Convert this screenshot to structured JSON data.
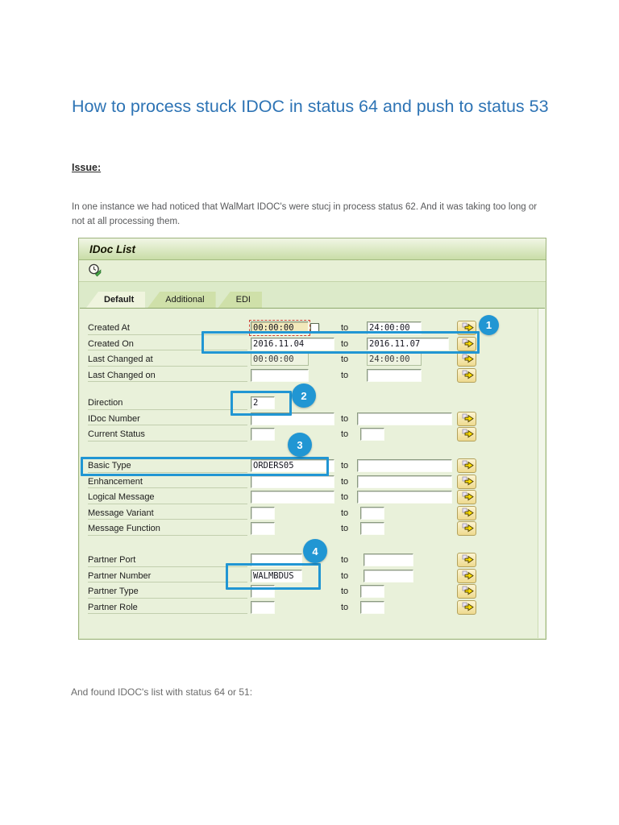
{
  "document": {
    "title": "How to process stuck IDOC in status 64 and push to status 53",
    "issue_heading": "Issue:",
    "issue_paragraph": "In one instance we had noticed that WalMart IDOC's were stucj in process status 62. And it was taking too long or not at all processing them.",
    "closing_line": "And found IDOC's list with status 64 or 51:"
  },
  "colors": {
    "title_blue": "#2e74b5",
    "annotation_blue": "#2196d3",
    "sap_form_green": "#e9f1da",
    "focused_field_tan": "#f2e9bb",
    "multi_select_button_yellow": "#f3e3a0"
  },
  "sap_window": {
    "title": "IDoc List",
    "toolbar": {
      "execute_icon": "execute-clock-icon"
    },
    "tabs": [
      {
        "label": "Default",
        "active": true
      },
      {
        "label": "Additional",
        "active": false
      },
      {
        "label": "EDI",
        "active": false
      }
    ],
    "range_separator": "to",
    "field_groups": [
      {
        "rows": [
          {
            "label": "Created At",
            "from": "00:00:00",
            "to": "24:00:00",
            "size": "time",
            "focused": true,
            "checkbox": true,
            "button": true
          },
          {
            "label": "Created On",
            "from": "2016.11.04",
            "to": "2016.11.07",
            "size": "date",
            "button": true
          },
          {
            "label": "Last Changed at",
            "from": "00:00:00",
            "to": "24:00:00",
            "size": "time",
            "flat": true,
            "button": true
          },
          {
            "label": "Last Changed on",
            "from": "",
            "to": "",
            "size": "time",
            "button": true
          }
        ]
      },
      {
        "rows": [
          {
            "label": "Direction",
            "from": "2",
            "size": "xs",
            "no_to": true,
            "button": false
          },
          {
            "label": "IDoc Number",
            "from": "",
            "to": "",
            "size": "xl",
            "button": true
          },
          {
            "label": "Current Status",
            "from": "",
            "to": "",
            "size": "xs",
            "button": true
          }
        ]
      },
      {
        "rows": [
          {
            "label": "Basic Type",
            "from": "ORDERS05",
            "to": "",
            "size": "xl",
            "button": true
          },
          {
            "label": "Enhancement",
            "from": "",
            "to": "",
            "size": "xl",
            "button": true
          },
          {
            "label": "Logical Message",
            "from": "",
            "to": "",
            "size": "xl",
            "button": true
          },
          {
            "label": "Message Variant",
            "from": "",
            "to": "",
            "size": "xs",
            "button": true
          },
          {
            "label": "Message Function",
            "from": "",
            "to": "",
            "size": "xs",
            "button": true
          }
        ]
      },
      {
        "rows": [
          {
            "label": "Partner Port",
            "from": "",
            "to": "",
            "size": "sm",
            "button": true
          },
          {
            "label": "Partner Number",
            "from": "WALMBDUS",
            "to": "",
            "size": "sm",
            "button": true
          },
          {
            "label": "Partner Type",
            "from": "",
            "to": "",
            "size": "xs",
            "button": true
          },
          {
            "label": "Partner Role",
            "from": "",
            "to": "",
            "size": "xs",
            "button": true
          }
        ]
      }
    ]
  },
  "annotations": {
    "circles": [
      {
        "n": "1"
      },
      {
        "n": "2"
      },
      {
        "n": "3"
      },
      {
        "n": "4"
      }
    ]
  }
}
